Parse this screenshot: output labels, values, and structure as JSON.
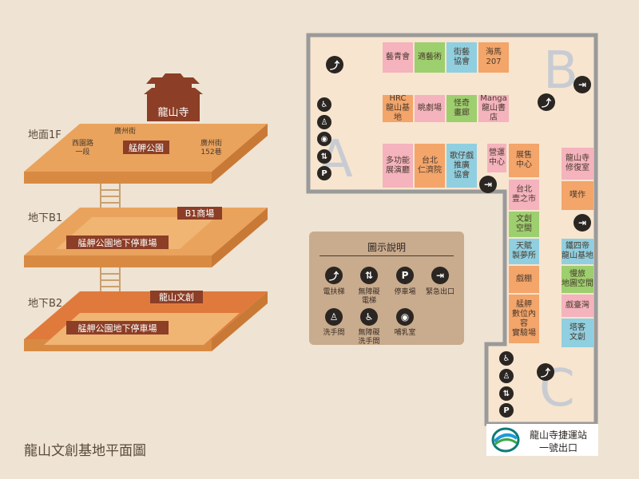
{
  "title": "龍山文創基地平面圖",
  "levels": {
    "ground": {
      "label": "地面1F",
      "temple": "龍山寺",
      "street_top": "廣州街",
      "street_left": "西園路\n一段",
      "street_right": "廣州街\n152巷",
      "park": "艋舺公園"
    },
    "b1": {
      "label": "地下B1",
      "tag": "B1商場",
      "parking": "艋舺公園地下停車場"
    },
    "b2": {
      "label": "地下B2",
      "tag": "龍山文創",
      "parking": "艋舺公園地下停車場"
    }
  },
  "zones": [
    "A",
    "B",
    "C"
  ],
  "units": {
    "u1": "藝青會",
    "u2": "適藝術",
    "u3": "街藝\n協會",
    "u4": "海馬\n207",
    "u5": "HRC\n龍山基地",
    "u6": "眺劇場",
    "u7": "怪奇\n畫廊",
    "u8": "Manga\n龍山書店",
    "u9": "多功能\n展演廳",
    "u10": "台北\n仁濟院",
    "u11": "歌仔戲\n推廣\n協會",
    "u12": "營運\n中心",
    "u13": "展售\n中心",
    "u14": "台北\n壹之市",
    "u15": "文創\n空間",
    "u16": "天賦\n製夢所",
    "u17": "戲棚",
    "u18": "艋舺\n數位內容\n實驗場",
    "u19": "龍山寺\n修復室",
    "u20": "噗作",
    "u21": "鐵四帝\n龍山基地",
    "u22": "慢旅\n地圖空間",
    "u23": "戲臺灣",
    "u24": "塔客\n文創"
  },
  "legend": {
    "title": "圖示說明",
    "items": [
      {
        "icon": "escalator-icon",
        "label": "電扶梯"
      },
      {
        "icon": "elevator-icon",
        "label": "無障礙\n電梯"
      },
      {
        "icon": "parking-icon",
        "label": "停車場"
      },
      {
        "icon": "emergency-exit-icon",
        "label": "緊急出口"
      },
      {
        "icon": "restroom-icon",
        "label": "洗手間"
      },
      {
        "icon": "accessible-restroom-icon",
        "label": "無障礙\n洗手間"
      },
      {
        "icon": "nursing-room-icon",
        "label": "哺乳室"
      }
    ]
  },
  "metro_exit": {
    "line1": "龍山寺捷運站",
    "line2": "一號出口"
  },
  "colors": {
    "pink": "#f4b3bd",
    "green": "#9dcf6e",
    "blue": "#8fcfe0",
    "orange": "#f3a56a",
    "bg": "#efe3d3",
    "floor": "#e9a35d",
    "legend_bg": "#c9ab8d"
  }
}
